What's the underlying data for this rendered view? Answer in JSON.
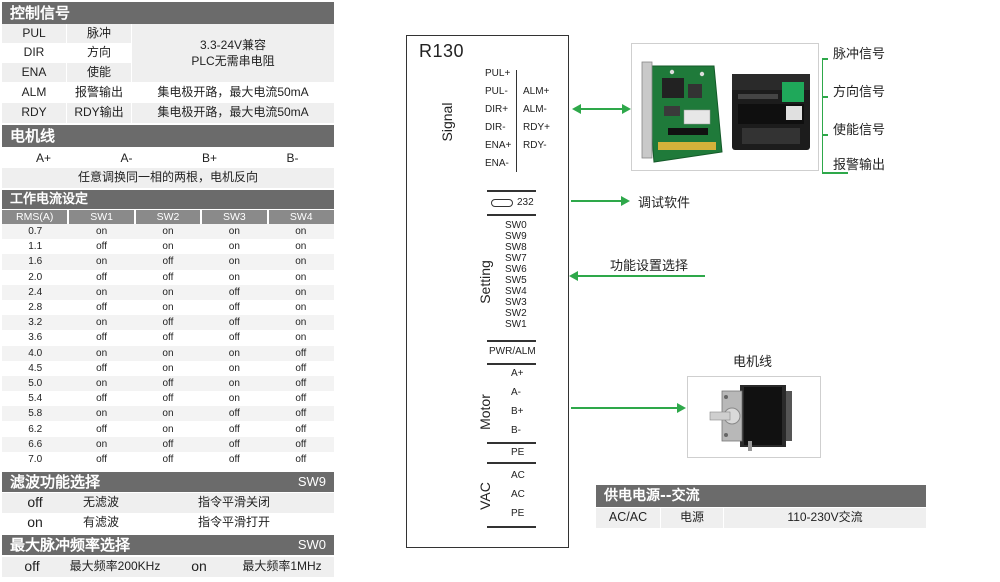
{
  "control": {
    "title": "控制信号",
    "rows": [
      {
        "name": "PUL",
        "desc": "脉冲"
      },
      {
        "name": "DIR",
        "desc": "方向"
      },
      {
        "name": "ENA",
        "desc": "使能"
      }
    ],
    "merged_line1": "3.3-24V兼容",
    "merged_line2": "PLC无需串电阻",
    "alm": {
      "name": "ALM",
      "desc": "报警输出",
      "spec": "集电极开路，最大电流50mA"
    },
    "rdy": {
      "name": "RDY",
      "desc": "RDY输出",
      "spec": "集电极开路，最大电流50mA"
    }
  },
  "motor_wire": {
    "title": "电机线",
    "pins": [
      "A+",
      "A-",
      "B+",
      "B-"
    ],
    "note": "任意调换同一相的两根，电机反向"
  },
  "current": {
    "title": "工作电流设定",
    "headers": [
      "RMS(A)",
      "SW1",
      "SW2",
      "SW3",
      "SW4"
    ],
    "rows": [
      [
        "0.7",
        "on",
        "on",
        "on",
        "on"
      ],
      [
        "1.1",
        "off",
        "on",
        "on",
        "on"
      ],
      [
        "1.6",
        "on",
        "off",
        "on",
        "on"
      ],
      [
        "2.0",
        "off",
        "off",
        "on",
        "on"
      ],
      [
        "2.4",
        "on",
        "on",
        "off",
        "on"
      ],
      [
        "2.8",
        "off",
        "on",
        "off",
        "on"
      ],
      [
        "3.2",
        "on",
        "off",
        "off",
        "on"
      ],
      [
        "3.6",
        "off",
        "off",
        "off",
        "on"
      ],
      [
        "4.0",
        "on",
        "on",
        "on",
        "off"
      ],
      [
        "4.5",
        "off",
        "on",
        "on",
        "off"
      ],
      [
        "5.0",
        "on",
        "off",
        "on",
        "off"
      ],
      [
        "5.4",
        "off",
        "off",
        "on",
        "off"
      ],
      [
        "5.8",
        "on",
        "on",
        "off",
        "off"
      ],
      [
        "6.2",
        "off",
        "on",
        "off",
        "off"
      ],
      [
        "6.6",
        "on",
        "off",
        "off",
        "off"
      ],
      [
        "7.0",
        "off",
        "off",
        "off",
        "off"
      ]
    ]
  },
  "filter": {
    "title": "滤波功能选择",
    "switch": "SW9",
    "rows": [
      {
        "state": "off",
        "mode": "无滤波",
        "desc": "指令平滑关闭"
      },
      {
        "state": "on",
        "mode": "有滤波",
        "desc": "指令平滑打开"
      }
    ]
  },
  "max_freq": {
    "title": "最大脉冲频率选择",
    "switch": "SW0",
    "off_state": "off",
    "off_desc": "最大频率200KHz",
    "on_state": "on",
    "on_desc": "最大频率1MHz"
  },
  "driver": {
    "model": "R130",
    "signal_label": "Signal",
    "left_pins": [
      "PUL+",
      "PUL-",
      "DIR+",
      "DIR-",
      "ENA+",
      "ENA-"
    ],
    "right_pins": [
      "ALM+",
      "ALM-",
      "RDY+",
      "RDY-"
    ],
    "port": "232",
    "setting_label": "Setting",
    "switches": [
      "SW0",
      "SW9",
      "SW8",
      "SW7",
      "SW6",
      "SW5",
      "SW4",
      "SW3",
      "SW2",
      "SW1"
    ],
    "pwr_led": "PWR/ALM",
    "motor_label": "Motor",
    "motor_pins": [
      "A+",
      "A-",
      "B+",
      "B-",
      "PE"
    ],
    "vac_label": "VAC",
    "vac_pins": [
      "AC",
      "AC",
      "PE"
    ]
  },
  "annotations": {
    "pulse": "脉冲信号",
    "direction": "方向信号",
    "enable": "使能信号",
    "alarm": "报警输出",
    "debug": "调试软件",
    "function": "功能设置选择",
    "motor_cable": "电机线"
  },
  "power": {
    "title": "供电电源--交流",
    "type": "AC/AC",
    "label": "电源",
    "range": "110-230V交流"
  },
  "colors": {
    "header_gray": "#6b6b6b",
    "arrow_green": "#2ea84a",
    "board_green": "#1f7a3a",
    "plc_black": "#1c1c1c"
  }
}
